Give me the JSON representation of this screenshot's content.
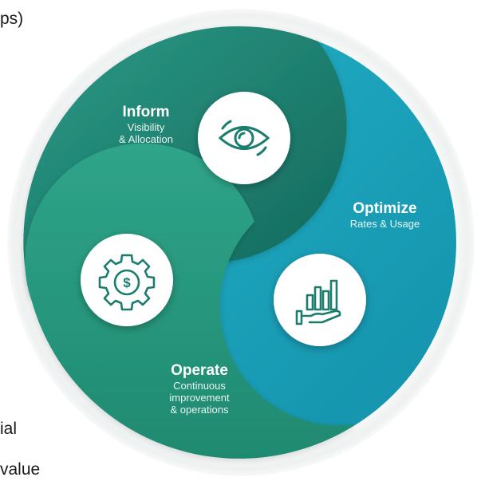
{
  "fragments": {
    "top": "ps)",
    "middle": "ial",
    "bottom": "value"
  },
  "phases": [
    {
      "title": "Inform",
      "subtitle_lines": [
        "Visibility",
        "& Allocation"
      ],
      "icon": "eye-icon",
      "color": "#1f8a78"
    },
    {
      "title": "Optimize",
      "subtitle_lines": [
        "Rates & Usage"
      ],
      "icon": "hand-chart-icon",
      "color": "#1aa3bd"
    },
    {
      "title": "Operate",
      "subtitle_lines": [
        "Continuous",
        "improvement",
        "& operations"
      ],
      "icon": "dollar-gear-icon",
      "color": "#2a9b7e"
    }
  ],
  "colors": {
    "inform": "#1f8a78",
    "optimize": "#1aa3bd",
    "operate": "#2a9b7e",
    "icon_stroke": "#1b7d6e"
  }
}
